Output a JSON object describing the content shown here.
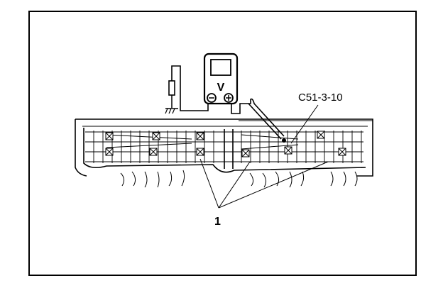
{
  "diagram": {
    "connector_label": "C51-3-10",
    "callout_number": "1",
    "meter_mode_letter": "V"
  },
  "icons": [
    "voltmeter-icon",
    "ground-symbol-icon",
    "test-probe-icon"
  ],
  "colors": {
    "ink": "#000000",
    "paper": "#ffffff"
  }
}
